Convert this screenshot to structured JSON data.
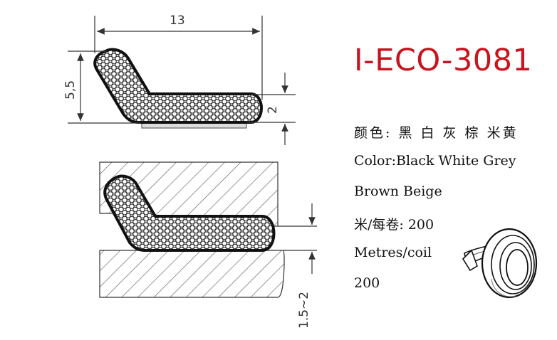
{
  "diagram": {
    "dim_width": "13",
    "dim_height": "5,5",
    "dim_thickness": "2",
    "dim_gap": "1.5~2"
  },
  "product": {
    "model": "I-ECO-3081",
    "accent_color": "#c8141e",
    "spec_lines": [
      "颜色: 黑 白 灰 棕 米黄",
      "Color:Black White Grey",
      "Brown Beige",
      "米/每卷: 200",
      "Metres/coil",
      "200"
    ]
  },
  "illustration": {
    "icon": "seal-coil-icon"
  }
}
